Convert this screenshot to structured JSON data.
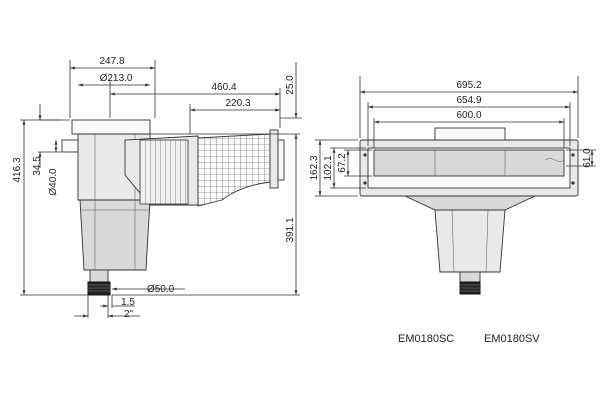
{
  "side_view": {
    "dims": {
      "top_width": "247.8",
      "body_diameter": "Ø213.0",
      "mouth_length": "460.4",
      "mouth_inner": "220.3",
      "top_offset": "25.0",
      "total_height": "416.3",
      "pipe_offset": "34.5",
      "pipe_diameter": "Ø40.0",
      "body_height": "391.1",
      "outlet_diameter": "Ø50.0",
      "outlet_thread": "1.5",
      "outlet_size": "2\""
    }
  },
  "front_view": {
    "dims": {
      "overall_width": "695.2",
      "flange_width": "654.9",
      "mouth_width": "600.0",
      "overall_height": "162.3",
      "flange_height": "102.1",
      "mouth_height": "67.2",
      "mouth_side": "61.0"
    }
  },
  "model_codes": [
    "EM0180SC",
    "EM0180SV"
  ]
}
